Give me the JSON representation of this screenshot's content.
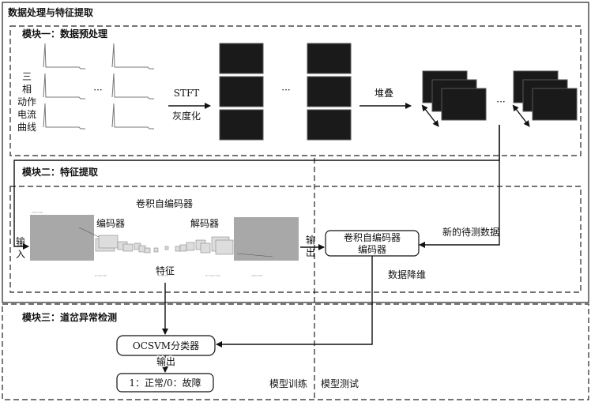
{
  "texts": {
    "outer_title": "数据处理与特征提取",
    "module1_title": "模块一：数据预处理",
    "module2_title": "模块二：特征提取",
    "module3_title": "模块三：道岔异常检测",
    "curves_label": [
      "三",
      "相",
      "动作",
      "电流",
      "曲线"
    ],
    "ellipsis": "···",
    "stft": "STFT",
    "grayscale": "灰度化",
    "stack": "堆叠",
    "cae_title": "卷积自编码器",
    "encoder": "编码器",
    "decoder": "解码器",
    "input_chars": [
      "输",
      "入"
    ],
    "output_chars": [
      "输",
      "出"
    ],
    "features": "特征",
    "new_data": "新的待测数据",
    "cae_encoder_box": [
      "卷积自编码器",
      "编码器"
    ],
    "dim_reduce": "数据降维",
    "ocsvm": "OCSVM分类器",
    "output": "输出",
    "result": "1：正常/0：故障",
    "train": "模型训练",
    "test": "模型测试"
  },
  "icons": {
    "arrow": "arrow-head",
    "curve": "current-curve-icon",
    "spectrogram": "spectrogram-tile",
    "network": "convolutional-autoencoder-figure"
  },
  "colors": {
    "line": "#111111",
    "spectrogram": "#1a1a1a",
    "gray_image": "#a8a8a8"
  }
}
